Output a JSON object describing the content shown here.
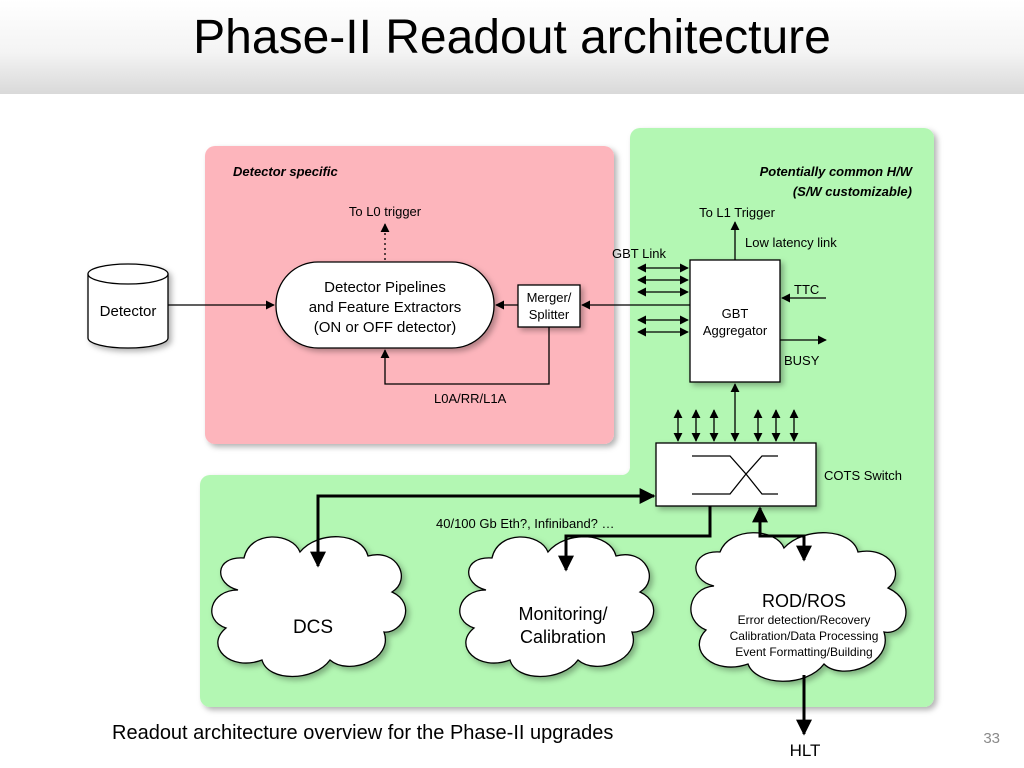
{
  "slide": {
    "title": "Phase-II Readout architecture",
    "caption": "Readout architecture overview for the Phase-II upgrades",
    "page_number": "33"
  },
  "diagram": {
    "regions": {
      "detector_specific": "Detector specific",
      "common_line1": "Potentially common H/W",
      "common_line2": "(S/W customizable)"
    },
    "nodes": {
      "detector": "Detector",
      "pipelines": [
        "Detector Pipelines",
        "and Feature Extractors",
        "(ON or OFF detector)"
      ],
      "merger": [
        "Merger/",
        "Splitter"
      ],
      "gbt": [
        "GBT",
        "Aggregator"
      ],
      "cots_switch": "COTS Switch",
      "dcs": "DCS",
      "monitoring": [
        "Monitoring/",
        "Calibration"
      ],
      "rod_ros_title": "ROD/ROS",
      "rod_ros_lines": [
        "Error detection/Recovery",
        "Calibration/Data Processing",
        "Event Formatting/Building"
      ],
      "hlt": "HLT"
    },
    "labels": {
      "to_l0": "To L0 trigger",
      "to_l1": "To L1 Trigger",
      "low_latency": "Low latency link",
      "gbt_link": "GBT Link",
      "ttc": "TTC",
      "busy": "BUSY",
      "l0a": "L0A/RR/L1A",
      "eth": "40/100 Gb Eth?, Infiniband? …"
    }
  }
}
